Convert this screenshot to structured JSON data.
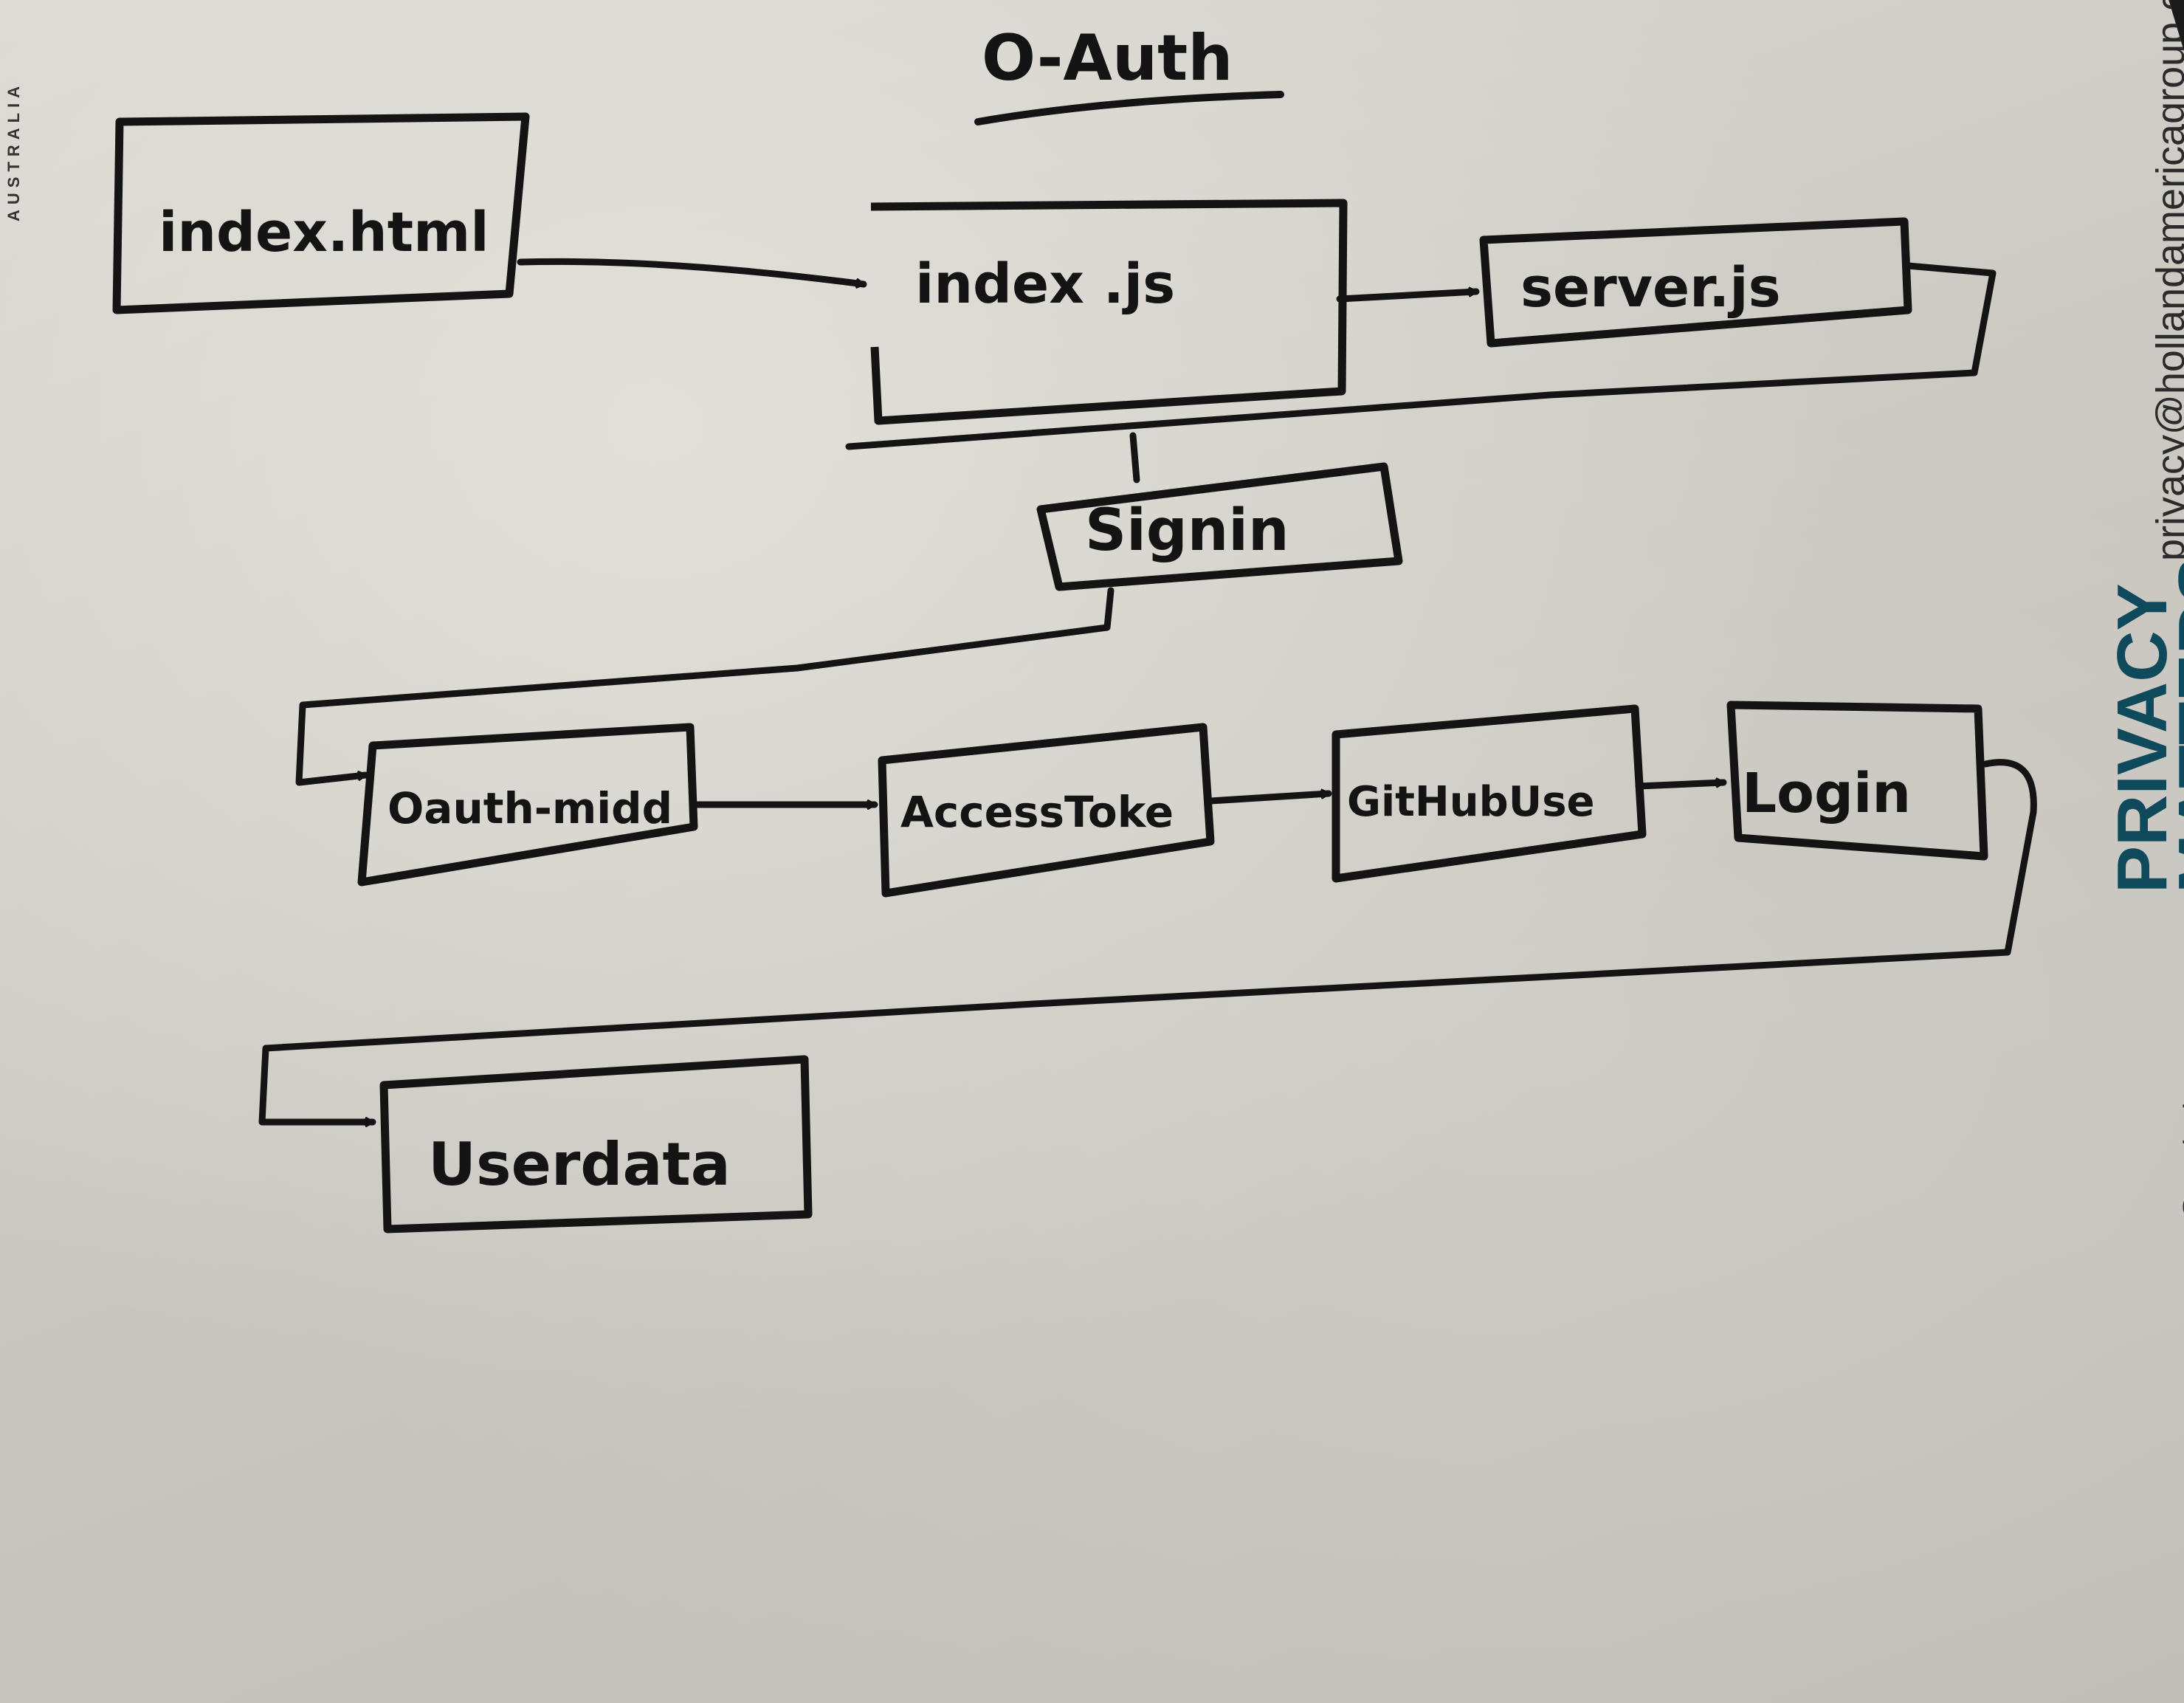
{
  "title": "O-Auth",
  "nodes": {
    "index_html": "index.html",
    "index_js": "index .js",
    "server_js": "server.js",
    "signin": "Signin",
    "oauth_middleware": "Oauth-midd",
    "access_token": "AccessToke",
    "github_user": "GitHubUse",
    "login": "Login",
    "userdata": "Userdata"
  },
  "edges": [
    {
      "from": "index_html",
      "to": "index_js"
    },
    {
      "from": "index_js",
      "to": "server_js"
    },
    {
      "from": "server_js",
      "to": "signin"
    },
    {
      "from": "signin",
      "to": "oauth_middleware"
    },
    {
      "from": "oauth_middleware",
      "to": "access_token"
    },
    {
      "from": "access_token",
      "to": "github_user"
    },
    {
      "from": "github_user",
      "to": "login"
    },
    {
      "from": "login",
      "to": "userdata"
    }
  ],
  "background_print": {
    "email": "privacy@hollandamericagroup.com",
    "headline_line1": "PRIVACY",
    "headline_line2": "MATTERS",
    "country": "AUSTRALIA",
    "domain_fragment": "@cmbvl.com"
  },
  "colors": {
    "ink": "#141414",
    "board": "#d6d3cd",
    "headline": "#0f4a5c"
  }
}
